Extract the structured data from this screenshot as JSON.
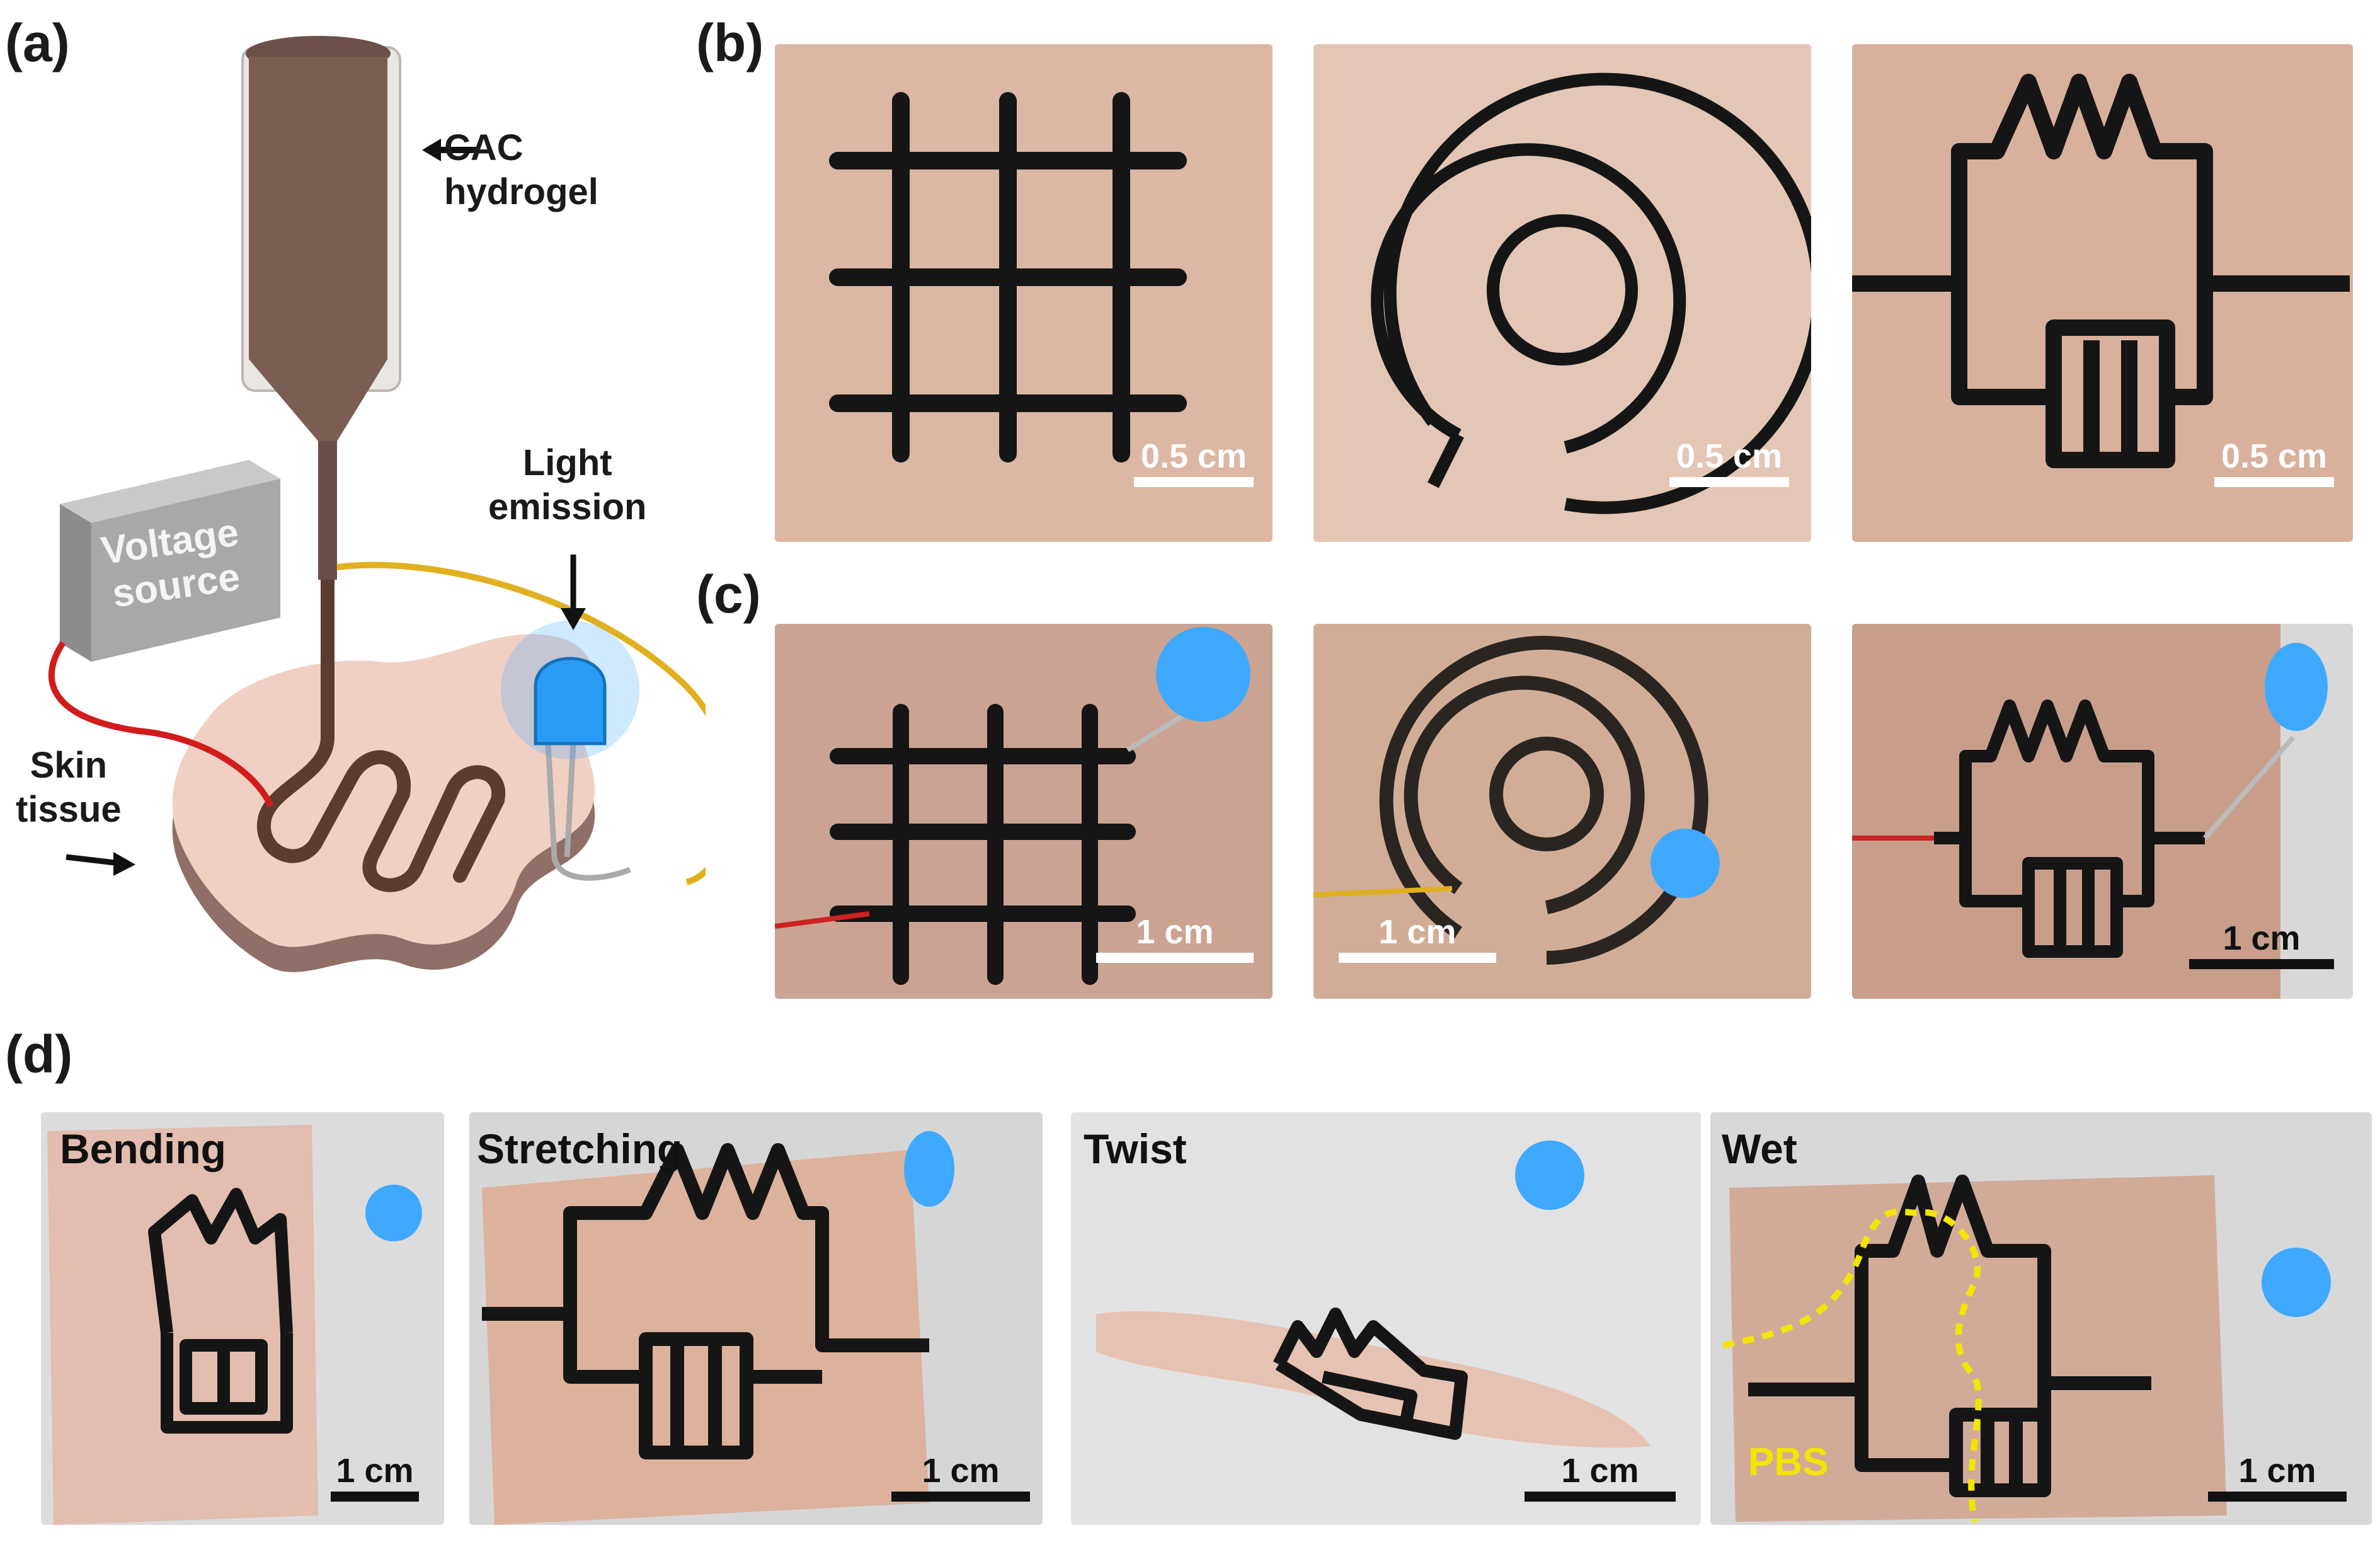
{
  "labels": {
    "a": "(a)",
    "b": "(b)",
    "c": "(c)",
    "d": "(d)"
  },
  "schematic": {
    "hydrogel": "CAC\nhydrogel",
    "voltage": "Voltage\nsource",
    "light": "Light\nemission",
    "skin": "Skin\ntissue"
  },
  "panel_b": {
    "scale": [
      "0.5 cm",
      "0.5 cm",
      "0.5 cm"
    ]
  },
  "panel_c": {
    "scale": [
      "1 cm",
      "1 cm",
      "1 cm"
    ]
  },
  "panel_d": {
    "conditions": [
      "Bending",
      "Stretching",
      "Twist",
      "Wet"
    ],
    "scale": [
      "1 cm",
      "1 cm",
      "1 cm",
      "1 cm"
    ],
    "pbs": "PBS"
  },
  "colors": {
    "ink": "#151515",
    "skin": "#d9b2a0",
    "led": "#3fa9ff",
    "hydrogel": "#7a5e54",
    "pbs_yellow": "#f2e600"
  }
}
